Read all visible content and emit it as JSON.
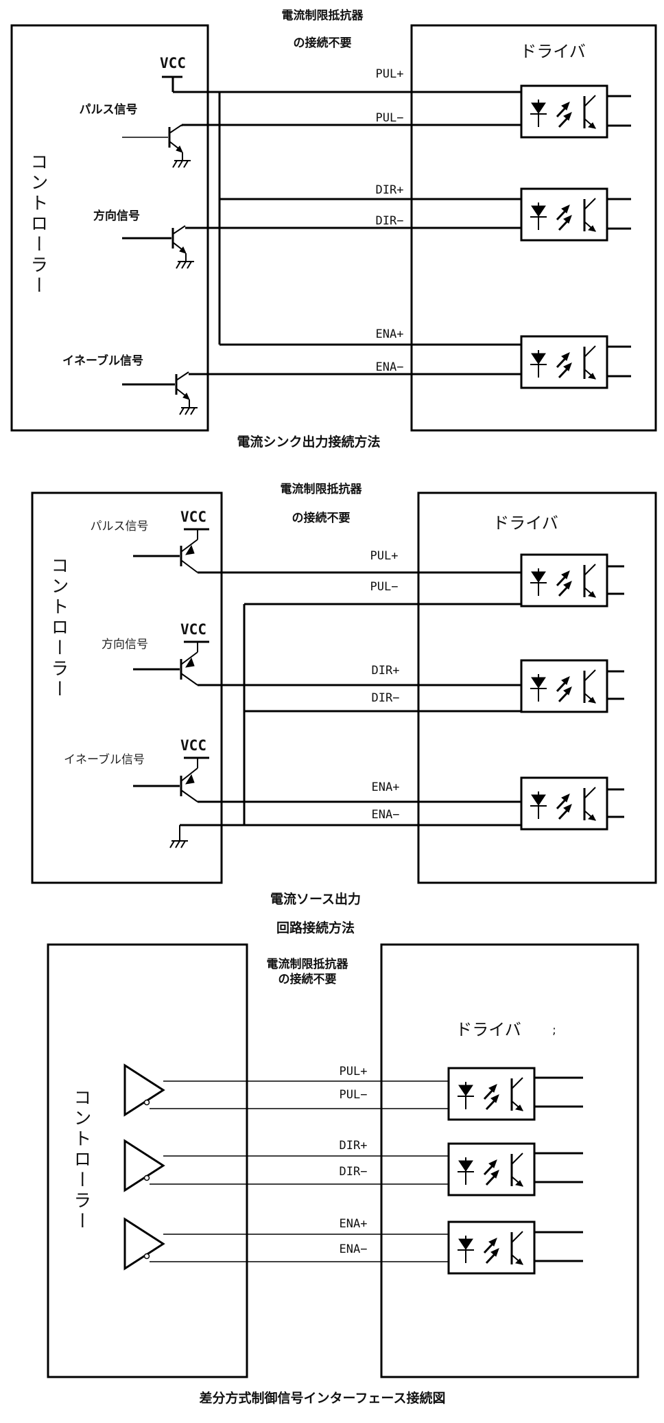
{
  "colors": {
    "ink": "#000000",
    "background": "#ffffff"
  },
  "common": {
    "resistor_note_line1": "電流制限抵抗器",
    "resistor_note_line2": "の接続不要",
    "controller": "コントローラー",
    "driver": "ドライバ",
    "vcc": "VCC",
    "pulse_signal": "パルス信号",
    "direction_signal": "方向信号",
    "enable_signal": "イネーブル信号",
    "pul_plus": "PUL+",
    "pul_minus": "PUL−",
    "dir_plus": "DIR+",
    "dir_minus": "DIR−",
    "ena_plus": "ENA+",
    "ena_minus": "ENA−"
  },
  "diagram1": {
    "caption": "電流シンク出力接続方法"
  },
  "diagram2": {
    "caption_line1": "電流ソース出力",
    "caption_line2": "回路接続方法"
  },
  "diagram3": {
    "caption": "差分方式制御信号インターフェース接続図",
    "stray_mark": ";"
  }
}
